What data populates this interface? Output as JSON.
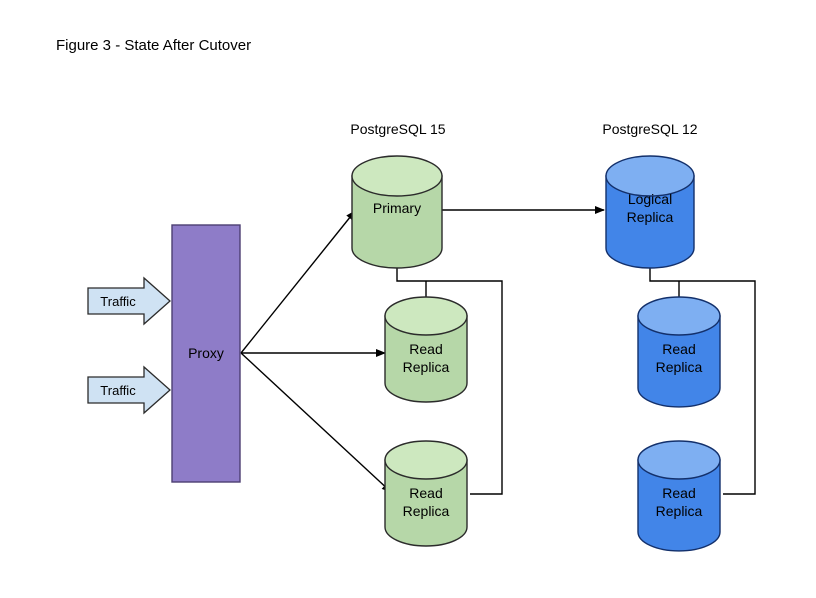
{
  "figure": {
    "title": "Figure 3 - State After Cutover"
  },
  "columns": [
    {
      "id": "pg15",
      "label": "PostgreSQL 15"
    },
    {
      "id": "pg12",
      "label": "PostgreSQL 12"
    }
  ],
  "traffic_inputs": [
    {
      "label": "Traffic"
    },
    {
      "label": "Traffic"
    }
  ],
  "proxy": {
    "label": "Proxy"
  },
  "nodes": {
    "primary": {
      "label": "Primary",
      "line1": "Primary",
      "line2": ""
    },
    "logical_replica": {
      "label": "Logical Replica",
      "line1": "Logical",
      "line2": "Replica"
    },
    "pg15_read_replica_1": {
      "label": "Read Replica",
      "line1": "Read",
      "line2": "Replica"
    },
    "pg15_read_replica_2": {
      "label": "Read Replica",
      "line1": "Read",
      "line2": "Replica"
    },
    "pg12_read_replica_1": {
      "label": "Read Replica",
      "line1": "Read",
      "line2": "Replica"
    },
    "pg12_read_replica_2": {
      "label": "Read Replica",
      "line1": "Read",
      "line2": "Replica"
    }
  },
  "colors": {
    "pg15_body": "#b6d7a8",
    "pg15_top": "#cde8bf",
    "pg12_body": "#4285e8",
    "pg12_top": "#7eaff2",
    "proxy": "#8e7cc8",
    "traffic": "#cfe2f3",
    "connector": "#000000",
    "background": "#ffffff"
  }
}
